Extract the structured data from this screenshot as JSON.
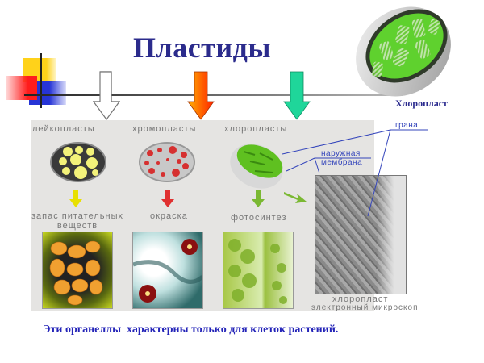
{
  "slide": {
    "title": "Пластиды",
    "top_image_caption": "Хлоропласт",
    "footer_text": "Эти органеллы  характерны только для клеток растений."
  },
  "arrows": [
    {
      "name": "leucoplast-arrow",
      "color": "#ffffff"
    },
    {
      "name": "chromoplast-arrow",
      "color": "#ff6a00"
    },
    {
      "name": "chloroplast-arrow",
      "color": "#1fd69a"
    }
  ],
  "panel": {
    "types": [
      {
        "label": "лейкопласты",
        "function": "запас питательных веществ",
        "function_line1": "запас питательных",
        "function_line2": "веществ",
        "arrow_color": "#e8e000"
      },
      {
        "label": "хромопласты",
        "function": "окраска",
        "arrow_color": "#e03030"
      },
      {
        "label": "хлоропласты",
        "function": "фотосинтез",
        "arrow_color": "#7ab832"
      }
    ],
    "annotations": {
      "grana": "грана",
      "outer_membrane_line1": "наружная",
      "outer_membrane_line2": "мембрана"
    },
    "micrograph_caption_line1": "хлоропласт",
    "micrograph_caption_line2": "электронный микроскоп"
  }
}
